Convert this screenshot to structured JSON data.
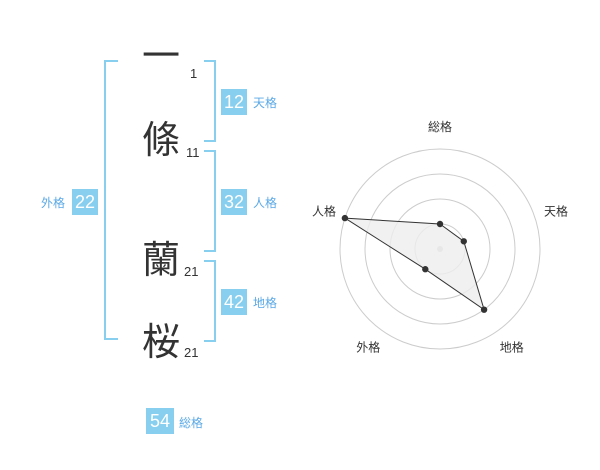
{
  "characters": [
    {
      "char": "一",
      "strokes": "1"
    },
    {
      "char": "條",
      "strokes": "11"
    },
    {
      "char": "蘭",
      "strokes": "21"
    },
    {
      "char": "桜",
      "strokes": "21"
    }
  ],
  "kaku": {
    "tenkaku": {
      "value": "12",
      "label": "天格"
    },
    "jinkaku": {
      "value": "32",
      "label": "人格"
    },
    "chikaku": {
      "value": "42",
      "label": "地格"
    },
    "gaikaku": {
      "value": "22",
      "label": "外格"
    },
    "soukaku": {
      "value": "54",
      "label": "総格"
    }
  },
  "chart_data": {
    "type": "radar",
    "axes": [
      "総格",
      "天格",
      "地格",
      "外格",
      "人格"
    ],
    "rings": 4,
    "max": 4,
    "values": [
      1,
      1,
      3,
      1,
      4
    ],
    "colors": {
      "ring": "#cccccc",
      "fill": "#eeeeee",
      "line": "#333333",
      "point": "#333333",
      "center": "#cccccc"
    }
  },
  "colors": {
    "accent": "#87ceef",
    "label": "#5aa9e6"
  }
}
